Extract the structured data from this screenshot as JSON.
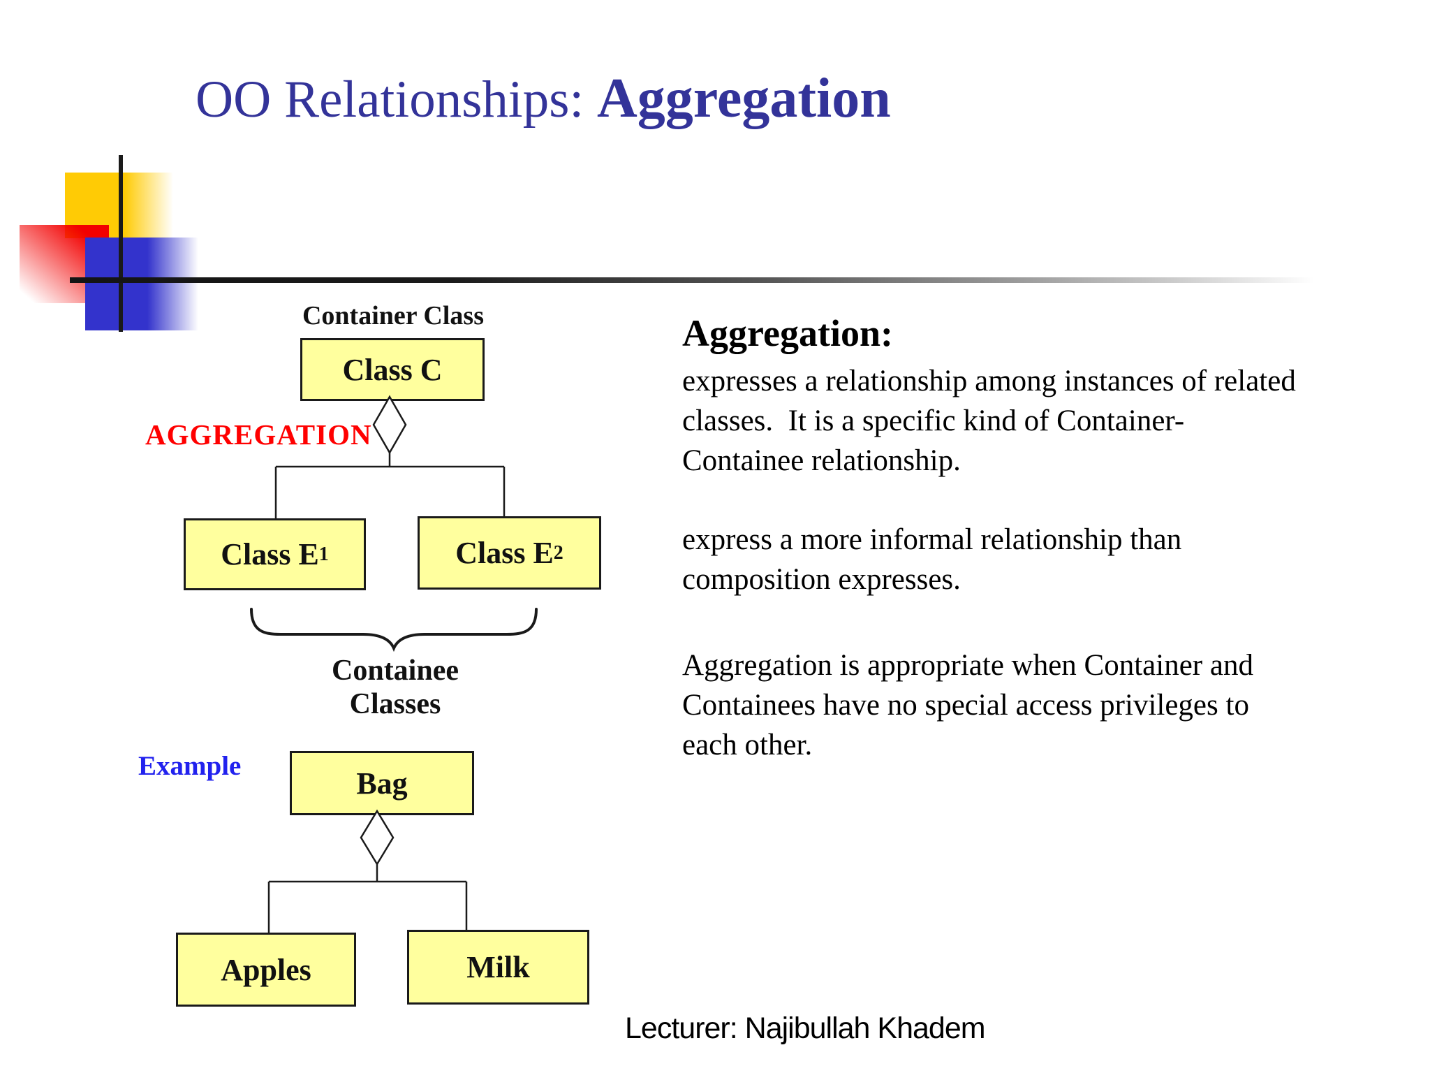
{
  "slide": {
    "title_regular": "OO Relationships: ",
    "title_bold": "Aggregation",
    "lecturer": "Lecturer: Najibullah Khadem"
  },
  "diagram": {
    "container_label": "Container Class",
    "aggregation_label": "AGGREGATION",
    "containee_label": "Containee Classes",
    "class_c": "Class C",
    "class_e1": {
      "base": "Class E",
      "sub": "1"
    },
    "class_e2": {
      "base": "Class E",
      "sub": "2"
    }
  },
  "example": {
    "label": "Example",
    "bag": "Bag",
    "apples": "Apples",
    "milk": "Milk"
  },
  "body": {
    "heading": "Aggregation:",
    "p1": "expresses a relationship among instances of related\nclasses.  It is a specific kind of Container-\nContainee relationship.",
    "p2": "express a more informal relationship than\ncomposition expresses.",
    "p3": "Aggregation is appropriate when Container and\nContainees have no special access privileges to\neach other."
  },
  "colors": {
    "title_blue": "#333399",
    "aggregation_red": "#FF0000",
    "example_blue": "#2121EE",
    "class_box_fill": "#FFFF9E",
    "class_box_border": "#1A1A1A",
    "decor_yellow": "#FFCB05",
    "decor_red": "#F20000",
    "decor_blue": "#3333CC"
  }
}
